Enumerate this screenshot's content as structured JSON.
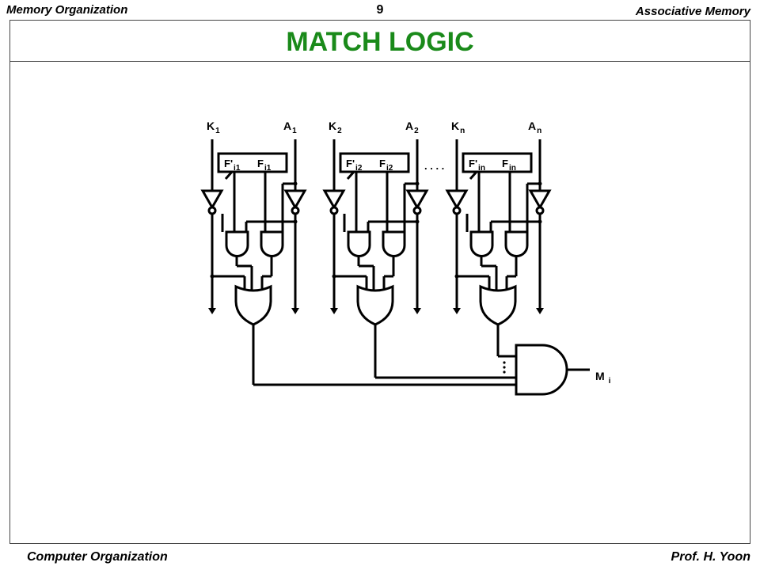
{
  "header": {
    "left": "Memory Organization",
    "page_number": "9",
    "right": "Associative Memory"
  },
  "title": "MATCH  LOGIC",
  "footer": {
    "left": "Computer Organization",
    "right": "Prof.  H. Yoon"
  },
  "diagram": {
    "columns": [
      {
        "k_main": "K",
        "k_sub": "1",
        "a_main": "A",
        "a_sub": "1",
        "fp_main": "F'",
        "fp_sub": "i1",
        "f_main": "F",
        "f_sub": "i1"
      },
      {
        "k_main": "K",
        "k_sub": "2",
        "a_main": "A",
        "a_sub": "2",
        "fp_main": "F'",
        "fp_sub": "i2",
        "f_main": "F",
        "f_sub": "i2"
      },
      {
        "k_main": "K",
        "k_sub": "n",
        "a_main": "A",
        "a_sub": "n",
        "fp_main": "F'",
        "fp_sub": "in",
        "f_main": "F",
        "f_sub": "in"
      }
    ],
    "ellipsis": ". . . .",
    "output_main": "M",
    "output_sub": "i",
    "colors": {
      "title": "#1a8a1a",
      "line": "#000000"
    }
  }
}
